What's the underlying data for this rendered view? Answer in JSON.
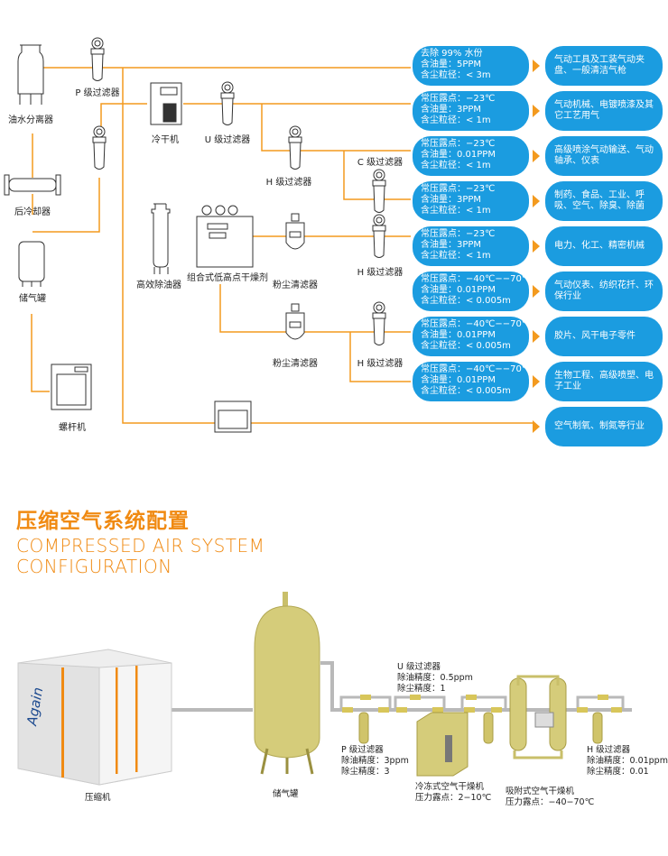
{
  "colors": {
    "pipe": "#f39a1e",
    "box": "#1b9ce0",
    "title": "#f08a12",
    "equipment": "#c9bf6a"
  },
  "flow_labels": {
    "separator": "油水分离器",
    "p_filter": "P 级过滤器",
    "cold_dryer": "冷干机",
    "u_filter": "U 级过滤器",
    "h_filter_1": "H 级过滤器",
    "c_filter": "C 级过滤器",
    "aftercooler": "后冷却器",
    "oil_remover": "高效除油器",
    "desiccant_dryer": "组合式低高点干燥剂",
    "dust_filter_1": "粉尘清滤器",
    "h_filter_2": "H 级过滤器",
    "tank": "储气罐",
    "dust_filter_2": "粉尘清滤器",
    "h_filter_3": "H 级过滤器",
    "screw_compressor": "螺杆机"
  },
  "specs": [
    {
      "lines": [
        "去除 99% 水份",
        "含油量：5PPM",
        "含尘粒径：< 3m"
      ],
      "use": "气动工具及工装气动夹盘、一般清洁气枪"
    },
    {
      "lines": [
        "常压露点：−23℃",
        "含油量：3PPM",
        "含尘粒径：< 1m"
      ],
      "use": "气动机械、电镀喷漆及其它工艺用气"
    },
    {
      "lines": [
        "常压露点：−23℃",
        "含油量：0.01PPM",
        "含尘粒径：< 1m"
      ],
      "use": "高级喷涂气动输送、气动轴承、仪表"
    },
    {
      "lines": [
        "常压露点：−23℃",
        "含油量：3PPM",
        "含尘粒径：< 1m"
      ],
      "use": "制药、食品、工业、呼吸、空气、除臭、除菌"
    },
    {
      "lines": [
        "常压露点：−23℃",
        "含油量：3PPM",
        "含尘粒径：< 1m"
      ],
      "use": "电力、化工、精密机械"
    },
    {
      "lines": [
        "常压露点：−40℃−−70℃",
        "含油量：0.01PPM",
        "含尘粒径：< 0.005m"
      ],
      "use": "气动仪表、纺织花扦、环保行业"
    },
    {
      "lines": [
        "常压露点：−40℃−−70℃",
        "含油量：0.01PPM",
        "含尘粒径：< 0.005m"
      ],
      "use": "胶片、风干电子零件"
    },
    {
      "lines": [
        "常压露点：−40℃−−70℃",
        "含油量：0.01PPM",
        "含尘粒径：< 0.005m"
      ],
      "use": "生物工程、高级喷塑、电子工业"
    },
    {
      "lines": [],
      "use": "空气制氧、制氮等行业"
    }
  ],
  "section": {
    "title_cn": "压缩空气系统配置",
    "title_en_1": "COMPRESSED AIR SYSTEM",
    "title_en_2": "CONFIGURATION"
  },
  "illustration": {
    "brand": "Again",
    "compressor": "压缩机",
    "tank": "储气罐",
    "u_filter": [
      "U 级过滤器",
      "除油精度：0.5ppm",
      "除尘精度：1"
    ],
    "p_filter": [
      "P 级过滤器",
      "除油精度：3ppm",
      "除尘精度：3"
    ],
    "refrig_dryer": [
      "冷冻式空气干燥机",
      "压力露点：2−10℃"
    ],
    "adsorb_dryer": [
      "吸附式空气干燥机",
      "压力露点：−40−70℃"
    ],
    "h_filter": [
      "H 级过滤器",
      "除油精度：0.01ppm",
      "除尘精度：0.01"
    ]
  }
}
